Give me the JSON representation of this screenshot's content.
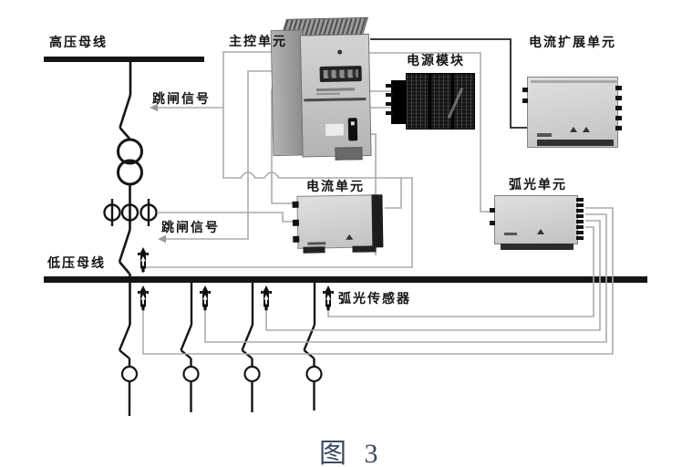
{
  "diagram": {
    "caption": "图 3",
    "buses": {
      "hv_label": "高压母线",
      "lv_label": "低压母线"
    },
    "units": {
      "main_control": "主控单元",
      "power_module": "电源模块",
      "current_expansion": "电流扩展单元",
      "current_unit": "电流单元",
      "arc_unit": "弧光单元"
    },
    "signals": {
      "trip_signal_hv": "跳闸信号",
      "trip_signal_lv": "跳闸信号",
      "arc_sensor_label": "弧光传感器"
    },
    "icons": {
      "arc_sensor": "black-rod-with-white-up-arrow",
      "transformer": "two-overlapping-circles",
      "current_transformer": "circle-on-line",
      "breaker": "diagonal-blade"
    },
    "colors": {
      "line_black": "#151515",
      "wire_gray": "#ababab",
      "caption_color": "#3a4a66",
      "background": "#ffffff"
    }
  }
}
